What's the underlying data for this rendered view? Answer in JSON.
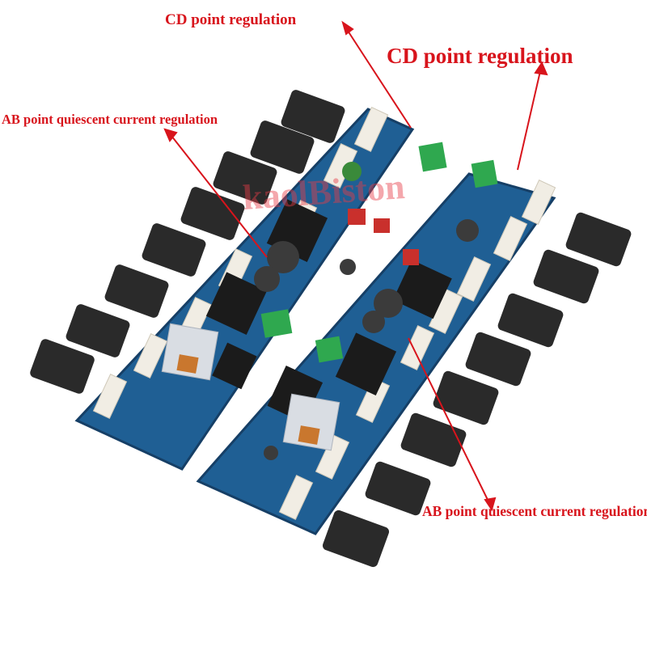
{
  "labels": {
    "cd_top": "CD point regulation",
    "cd_right": "CD point regulation",
    "ab_left": "AB point quiescent current regulation",
    "ab_right": "AB point quiescent current regulation"
  },
  "watermark": "kaolBiston",
  "colors": {
    "pcb": "#1f5f94",
    "pcb_edge": "#163f66",
    "transistor": "#2a2a2a",
    "resistor": "#f1ede4",
    "terminal": "#2fa84f",
    "heatsink": "#1b1b1b",
    "capacitor": "#3b3b3b",
    "annotation": "#d8141c"
  },
  "icons": {
    "arrow": "arrow-icon",
    "transistor": "power-transistor-icon",
    "relay": "relay-icon"
  }
}
